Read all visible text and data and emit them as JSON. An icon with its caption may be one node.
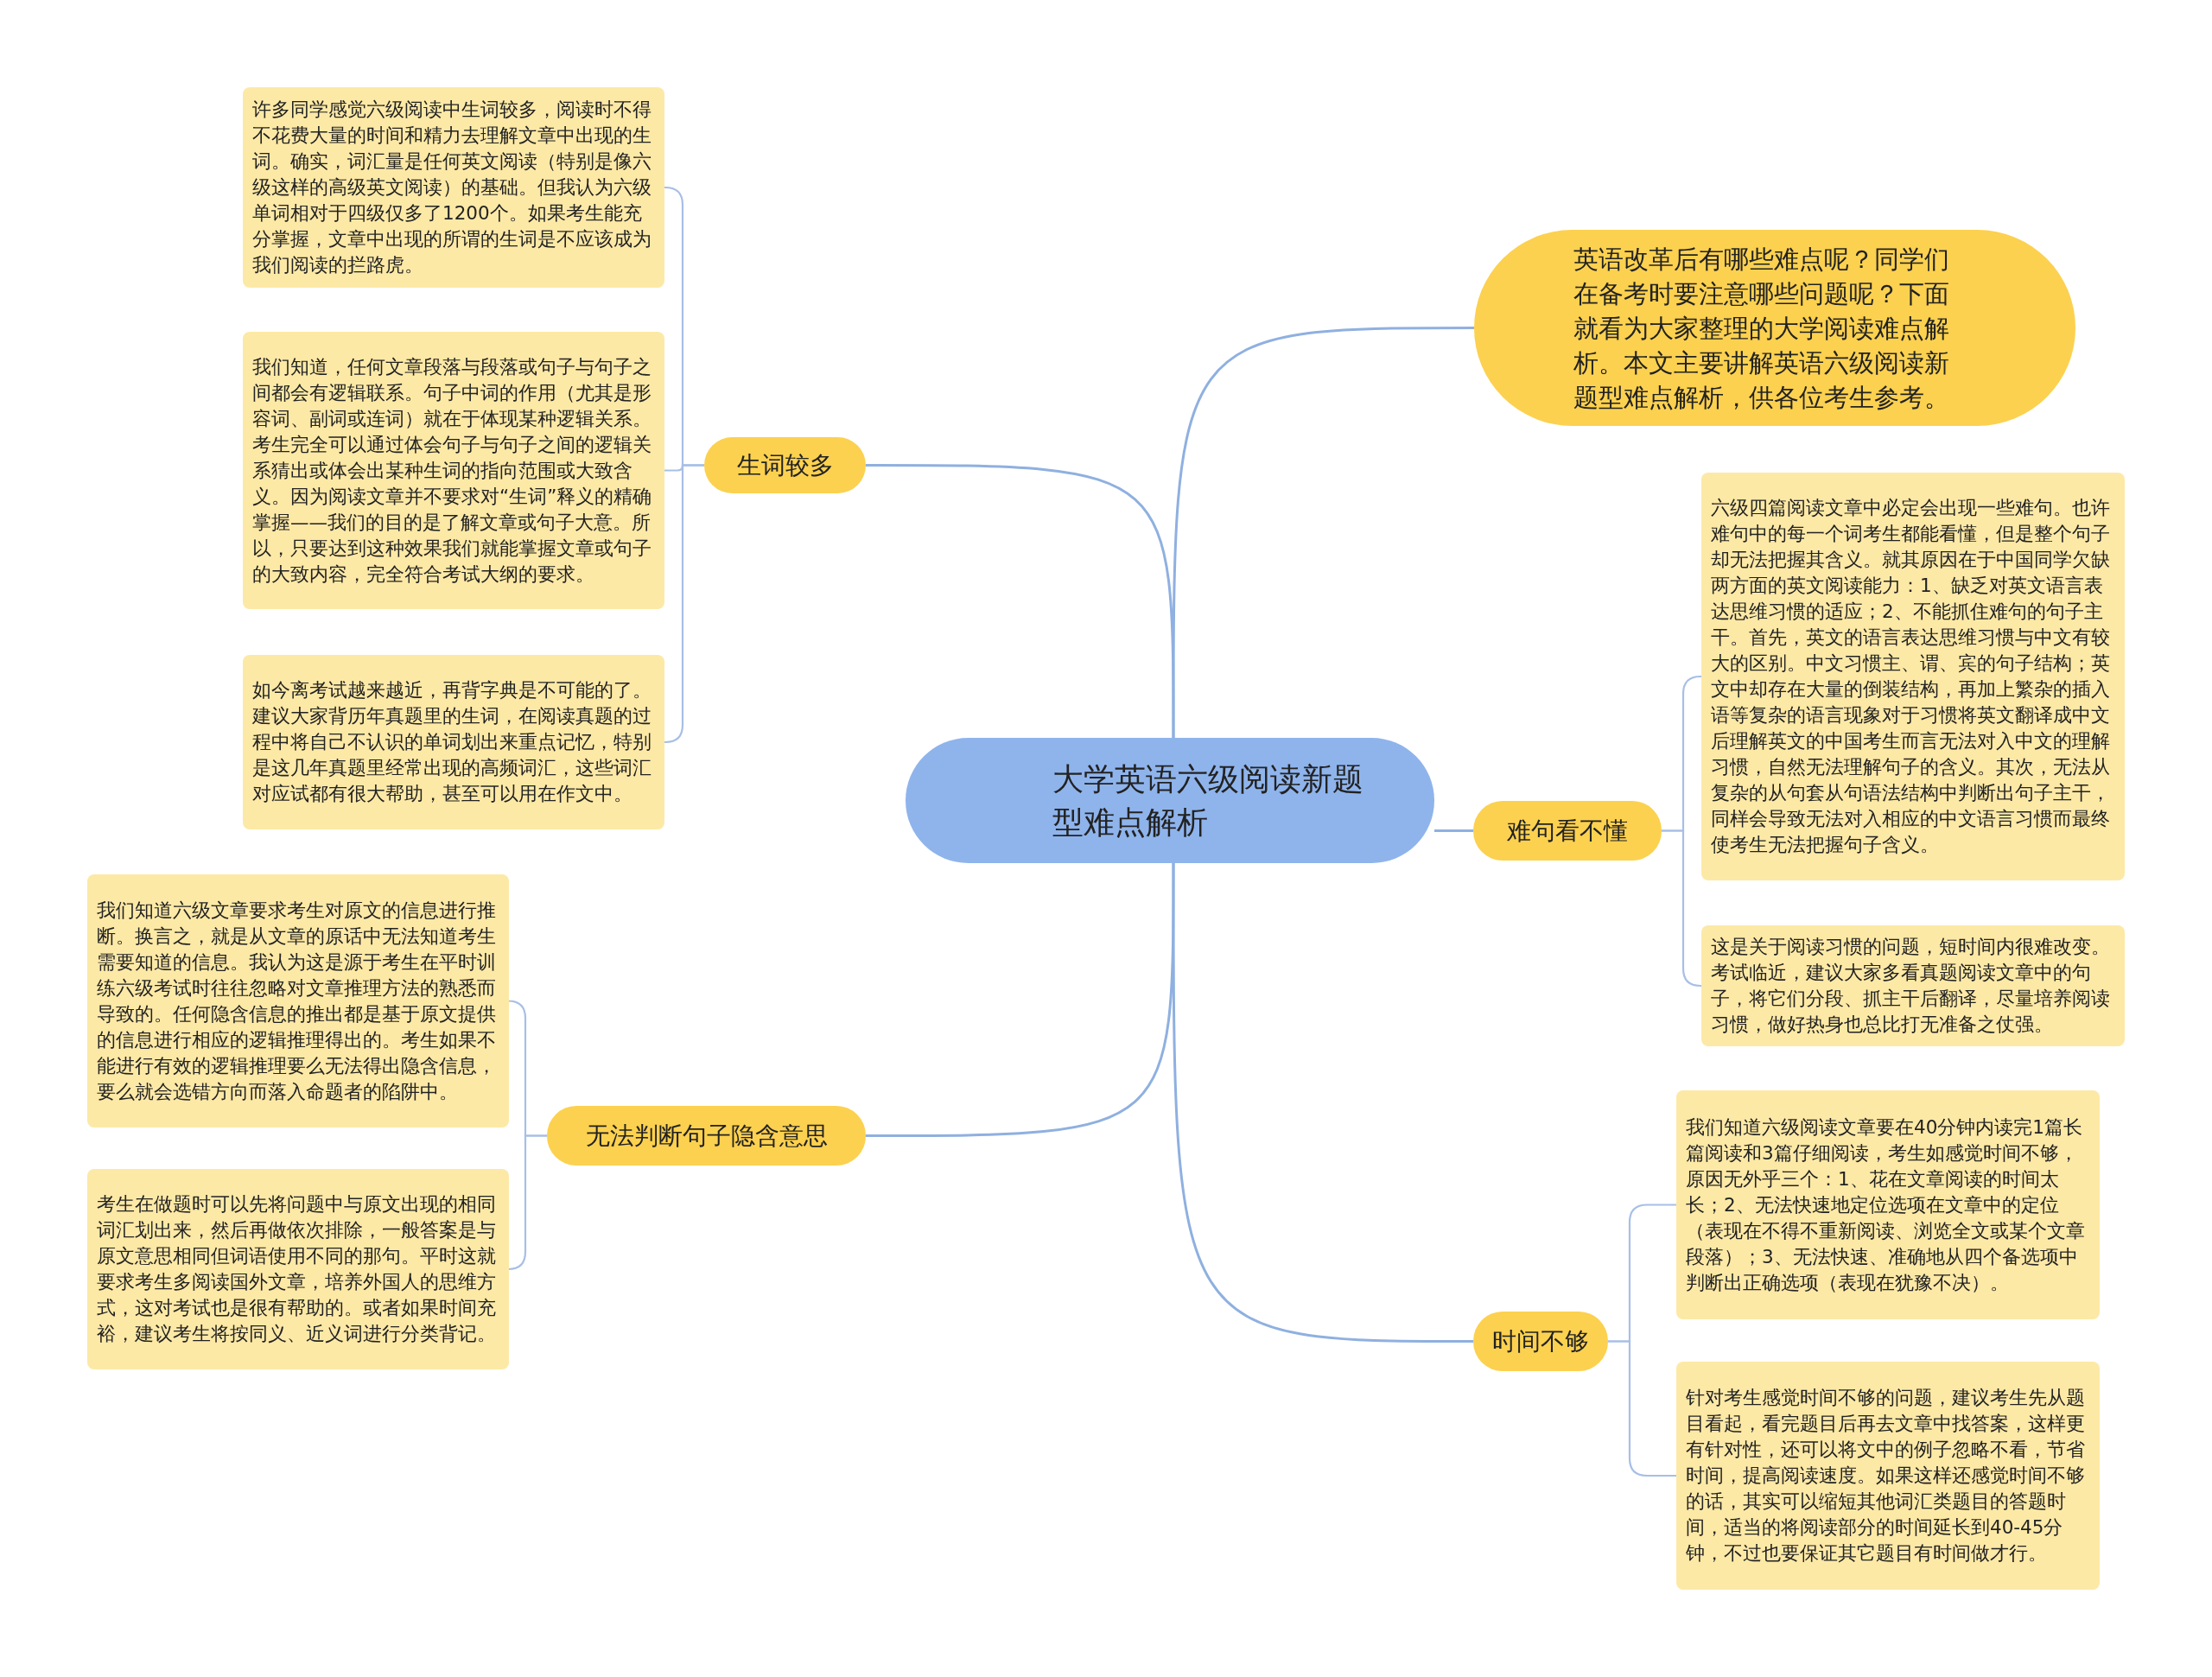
{
  "diagram": {
    "nodes": [
      {
        "text": [
          "大学英语六级阅读新题型难点解析"
        ]
      },
      {
        "text": [
          "英语改革后有哪些难点呢？同学们在备考时要注意哪些问题呢？下面就看为大家整理的大学阅读难点解析。本文主要讲解英语六级阅读新题型难点解析，供各位考生参考。"
        ]
      },
      {
        "text": [
          "生词较多"
        ]
      },
      {
        "text": [
          "许多同学感觉六级阅读中生词较多，阅读时不得不花费大量的时间和精力去理解文章中出现的生词。确实，词汇量是任何英文阅读（特别是像六级这样的高级英文阅读）的基础。但我认为六级单词相对于四级仅多了1200个。如果考生能充分掌握，文章中出现的所谓的生词是不应该成为我们阅读的拦路虎。"
        ]
      },
      {
        "text": [
          "我们知道，任何文章段落与段落或句子与句子之间都会有逻辑联系。句子中词的作用（尤其是形容词、副词或连词）就在于体现某种逻辑关系。考生完全可以通过体会句子与句子之间的逻辑关系猜出或体会出某种生词的指向范围或大致含义。因为阅读文章并不要求对“生词”释义的精确掌握——我们的目的是了解文章或句子大意。所以，只要达到这种效果我们就能掌握文章或句子的大致内容，完全符合考试大纲的要求。"
        ]
      },
      {
        "text": [
          "如今离考试越来越近，再背字典是不可能的了。建议大家背历年真题里的生词，在阅读真题的过程中将自己不认识的单词划出来重点记忆，特别是这几年真题里经常出现的高频词汇，这些词汇对应试都有很大帮助，甚至可以用在作文中。"
        ]
      },
      {
        "text": [
          "无法判断句子隐含意思"
        ]
      },
      {
        "text": [
          "我们知道六级文章要求考生对原文的信息进行推断。换言之，就是从文章的原话中无法知道考生需要知道的信息。我认为这是源于考生在平时训练六级考试时往往忽略对文章推理方法的熟悉而导致的。任何隐含信息的推出都是基于原文提供的信息进行相应的逻辑推理得出的。考生如果不能进行有效的逻辑推理要么无法得出隐含信息，要么就会选错方向而落入命题者的陷阱中。"
        ]
      },
      {
        "text": [
          "考生在做题时可以先将问题中与原文出现的相同词汇划出来，然后再做依次排除，一般答案是与原文意思相同但词语使用不同的那句。平时这就要求考生多阅读国外文章，培养外国人的思维方式，这对考试也是很有帮助的。或者如果时间充裕，建议考生将按同义、近义词进行分类背记。"
        ]
      },
      {
        "text": [
          "难句看不懂"
        ]
      },
      {
        "text": [
          "六级四篇阅读文章中必定会出现一些难句。也许难句中的每一个词考生都能看懂，但是整个句子却无法把握其含义。就其原因在于中国同学欠缺两方面的英文阅读能力：1、缺乏对英文语言表达思维习惯的适应；2、不能抓住难句的句子主干。首先，英文的语言表达思维习惯与中文有较大的区别。中文习惯主、谓、宾的句子结构；英文中却存在大量的倒装结构，再加上繁杂的插入语等复杂的语言现象对于习惯将英文翻译成中文后理解英文的中国考生而言无法对入中文的理解习惯，自然无法理解句子的含义。其次，无法从复杂的从句套从句语法结构中判断出句子主干，同样会导致无法对入相应的中文语言习惯而最终使考生无法把握句子含义。"
        ]
      },
      {
        "text": [
          "这是关于阅读习惯的问题，短时间内很难改变。考试临近，建议大家多看真题阅读文章中的句子，将它们分段、抓主干后翻译，尽量培养阅读习惯，做好热身也总比打无准备之仗强。"
        ]
      },
      {
        "text": [
          "时间不够"
        ]
      },
      {
        "text": [
          "我们知道六级阅读文章要在40分钟内读完1篇长篇阅读和3篇仔细阅读，考生如感觉时间不够，原因无外乎三个：1、花在文章阅读的时间太长；2、无法快速地定位选项在文章中的定位（表现在不得不重新阅读、浏览全文或某个文章段落）；3、无法快速、准确地从四个备选项中判断出正确选项（表现在犹豫不决）。"
        ]
      },
      {
        "text": [
          "针对考生感觉时间不够的问题，建议考生先从题目看起，看完题目后再去文章中找答案，这样更有针对性，还可以将文中的例子忽略不看，节省时间，提高阅读速度。如果这样还感觉时间不够的话，其实可以缩短其他词汇类题目的答题时间，适当的将阅读部分的时间延长到40-45分钟，不过也要保证其它题目有时间做才行。"
        ]
      }
    ],
    "edges": [
      {
        "from": 0,
        "to": 1,
        "arrow": "none"
      },
      {
        "from": 0,
        "to": 2,
        "arrow": "none"
      },
      {
        "from": 2,
        "to": 3,
        "arrow": "none"
      },
      {
        "from": 2,
        "to": 4,
        "arrow": "none"
      },
      {
        "from": 2,
        "to": 5,
        "arrow": "none"
      },
      {
        "from": 0,
        "to": 6,
        "arrow": "none"
      },
      {
        "from": 6,
        "to": 7,
        "arrow": "none"
      },
      {
        "from": 6,
        "to": 8,
        "arrow": "none"
      },
      {
        "from": 0,
        "to": 9,
        "arrow": "none"
      },
      {
        "from": 9,
        "to": 10,
        "arrow": "none"
      },
      {
        "from": 9,
        "to": 11,
        "arrow": "none"
      },
      {
        "from": 0,
        "to": 12,
        "arrow": "none"
      },
      {
        "from": 12,
        "to": 13,
        "arrow": "none"
      },
      {
        "from": 12,
        "to": 14,
        "arrow": "none"
      }
    ]
  }
}
